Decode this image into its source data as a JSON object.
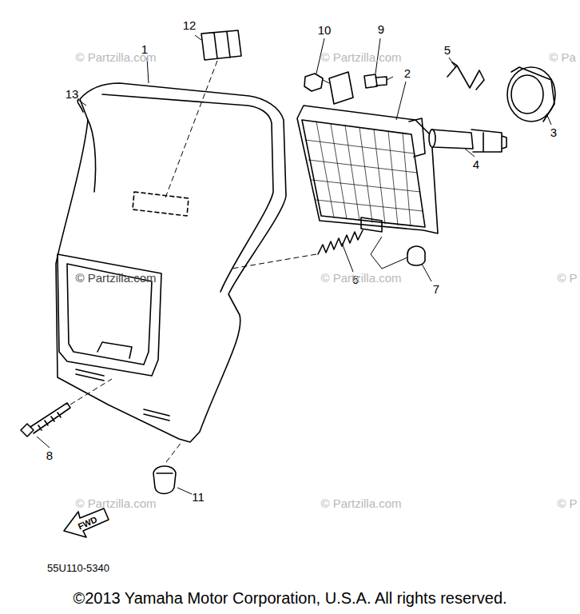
{
  "diagram": {
    "caption": "©2013 Yamaha Motor Corporation, U.S.A. All rights reserved.",
    "labels": [
      "12",
      "10",
      "9",
      "5",
      "1",
      "13",
      "2",
      "3",
      "4",
      "6",
      "7",
      "8",
      "11",
      "© Partzilla.com",
      "© Partzilla.com",
      "© Pa",
      "© Partzilla.com",
      "© Partzilla.com",
      "© P",
      "© Partzilla.com",
      "© Partzilla.com",
      "© P",
      "FWD",
      "55U110-5340"
    ]
  }
}
